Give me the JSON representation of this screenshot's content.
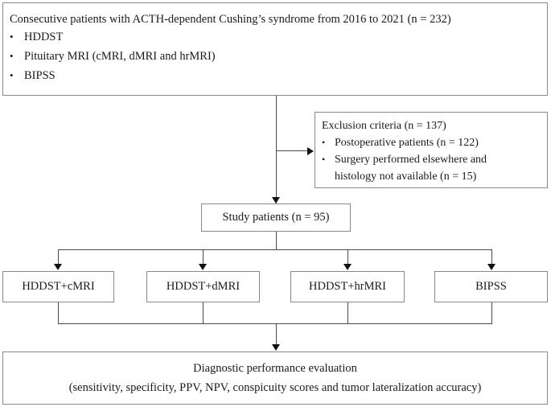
{
  "diagram": {
    "type": "flowchart",
    "title": "Study enrollment flowchart",
    "nodes": {
      "enrollment": {
        "heading": "Consecutive patients with ACTH-dependent Cushing’s syndrome from 2016 to 2021  (n = 232)",
        "bullet_marker": "•",
        "bullets": [
          "HDDST",
          "Pituitary MRI (cMRI, dMRI and hrMRI)",
          "BIPSS"
        ]
      },
      "exclusion": {
        "heading": "Exclusion criteria (n = 137)",
        "bullet_marker": "•",
        "bullets": [
          "Postoperative patients (n = 122)"
        ],
        "bullet_two_line1": "Surgery performed elsewhere and",
        "bullet_two_line2": "histology not available  (n = 15)"
      },
      "study": {
        "label": "Study patients (n = 95)"
      },
      "methods": [
        {
          "label": "HDDST+cMRI"
        },
        {
          "label": "HDDST+dMRI"
        },
        {
          "label": "HDDST+hrMRI"
        },
        {
          "label": "BIPSS"
        }
      ],
      "outcome": {
        "line1": "Diagnostic performance evaluation",
        "line2": "(sensitivity,  specificity,  PPV,  NPV,  conspicuity scores and tumor lateralization  accuracy)"
      }
    },
    "colors": {
      "background": "#ffffff",
      "box_border": "#8a8a8a",
      "connector": "#4a4a4a",
      "arrow_head": "#111111",
      "text": "#1a1a1a"
    }
  }
}
